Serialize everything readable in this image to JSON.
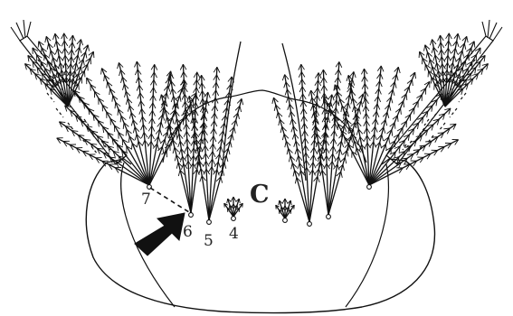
{
  "labels": {
    "panel": "C",
    "seta_7": "7",
    "seta_6": "6",
    "seta_5": "5",
    "seta_4": "4"
  },
  "colors": {
    "ink": "#111111",
    "paper": "#ffffff"
  }
}
